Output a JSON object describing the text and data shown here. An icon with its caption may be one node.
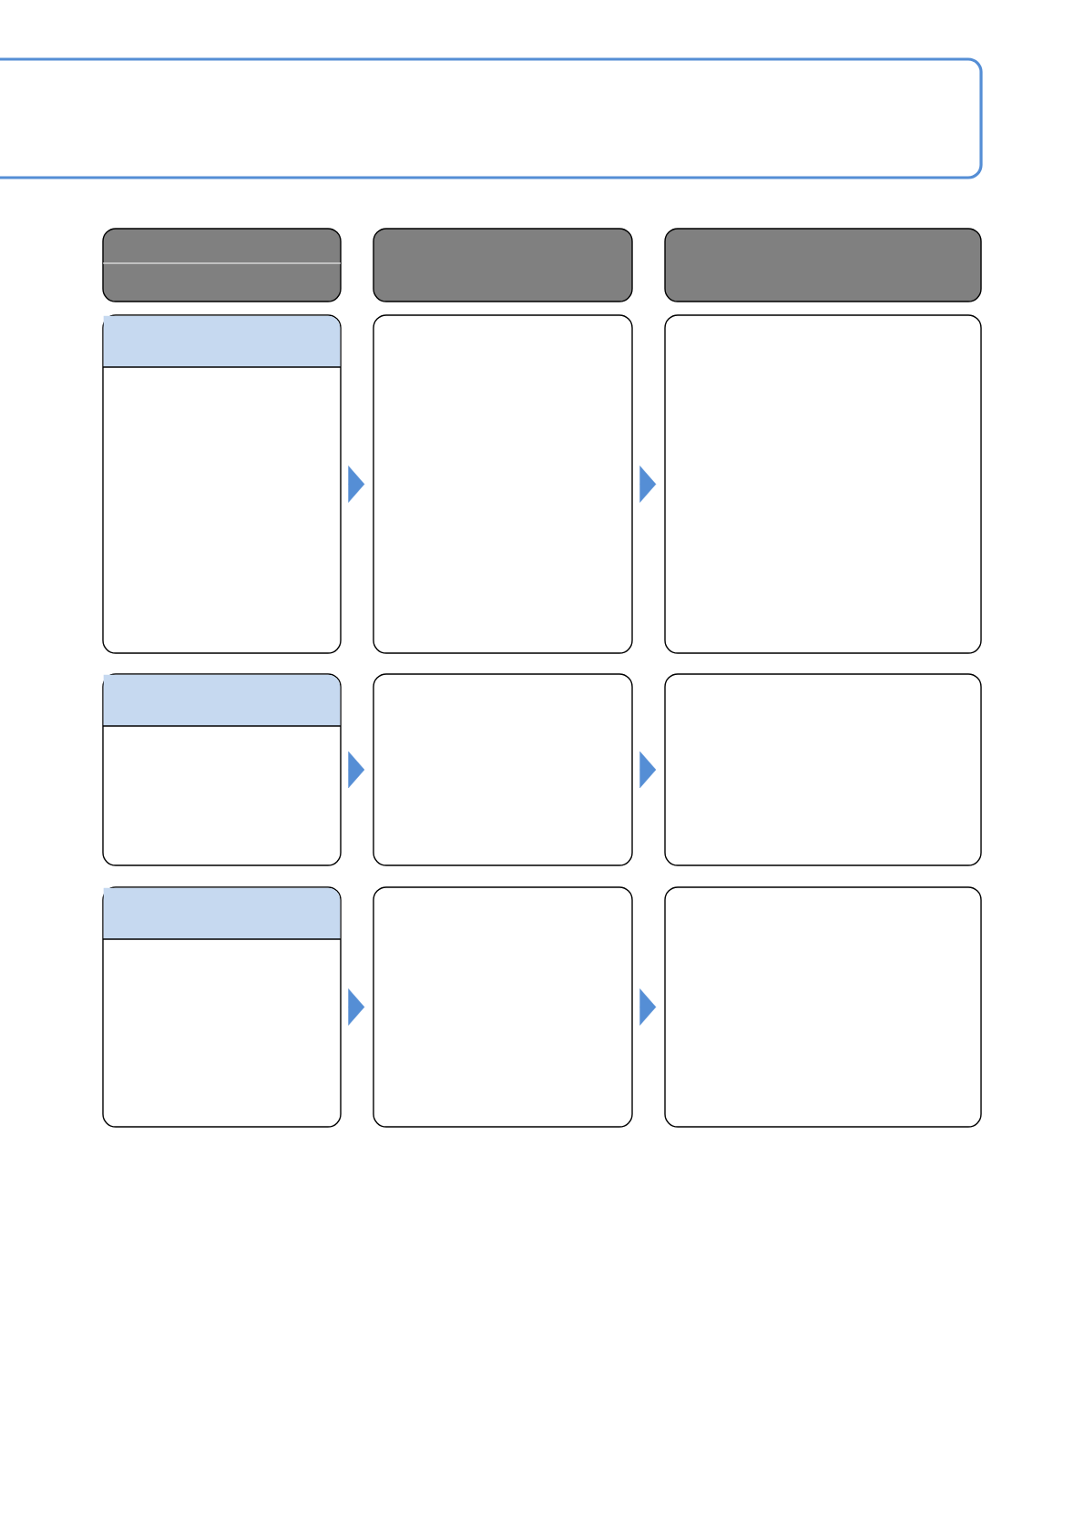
{
  "diagram": {
    "nodes": [
      {
        "text": [],
        "shape": "box"
      },
      {
        "text": [],
        "shape": "box"
      },
      {
        "text": [],
        "shape": "box"
      },
      {
        "text": [],
        "shape": "box"
      },
      {
        "text": [],
        "shape": "box"
      },
      {
        "text": [],
        "shape": "box"
      },
      {
        "text": [],
        "shape": "box"
      },
      {
        "text": [],
        "shape": "box"
      },
      {
        "text": [],
        "shape": "box"
      },
      {
        "text": [],
        "shape": "box"
      },
      {
        "text": [],
        "shape": "box"
      },
      {
        "text": [],
        "shape": "box"
      },
      {
        "text": [],
        "shape": "box"
      }
    ],
    "edges": [
      {
        "from": 4,
        "to": 5,
        "arrow": "to"
      },
      {
        "from": 5,
        "to": 6,
        "arrow": "to"
      },
      {
        "from": 7,
        "to": 8,
        "arrow": "to"
      },
      {
        "from": 8,
        "to": 9,
        "arrow": "to"
      },
      {
        "from": 10,
        "to": 11,
        "arrow": "to"
      },
      {
        "from": 11,
        "to": 12,
        "arrow": "to"
      }
    ]
  }
}
